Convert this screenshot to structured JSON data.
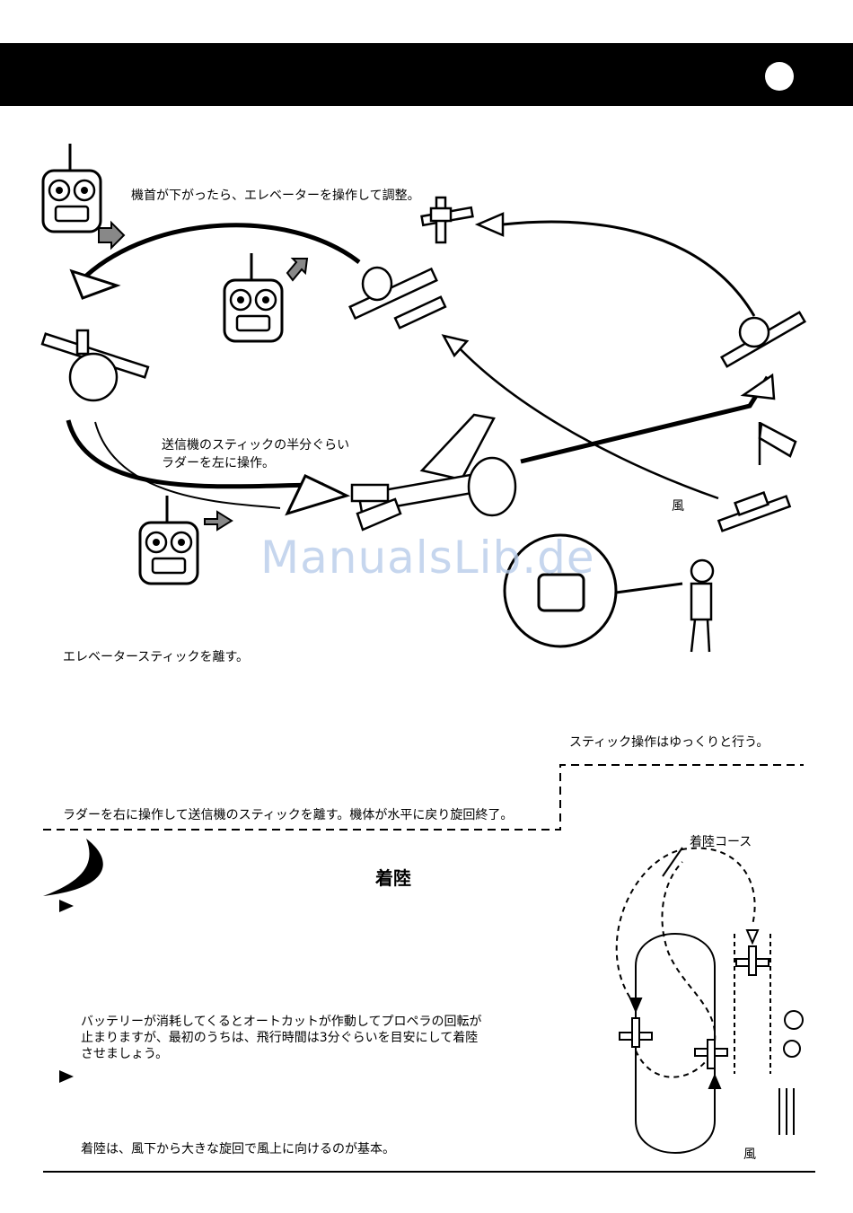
{
  "captions": {
    "nose_down": "機首が下がったら、エレベーターを操作して調整。",
    "stick_half": "送信機のスティックの半分ぐらい",
    "rudder_left": "ラダーを左に操作。",
    "wind": "風",
    "release_elevator": "エレベータースティックを離す。",
    "slow_stick": "スティック操作はゆっくりと行う。",
    "rudder_right": "ラダーを右に操作して送信機のスティックを離す。機体が水平に戻り旋回終了。"
  },
  "landing": {
    "title": "着陸",
    "course_label": "着陸コース",
    "wind_label": "風",
    "paragraph_1": [
      "バッテリーが消耗してくるとオートカットが作動してプロペラの回転が",
      "止まりますが、最初のうちは、飛行時間は3分ぐらいを目安にして着陸",
      "させましょう。"
    ],
    "paragraph_2": "着陸は、風下から大きな旋回で風上に向けるのが基本。"
  },
  "watermark": "ManualsLib.de",
  "colors": {
    "header": "#000000",
    "watermark": "#b8cdea",
    "arrow_grey": "#888888"
  }
}
